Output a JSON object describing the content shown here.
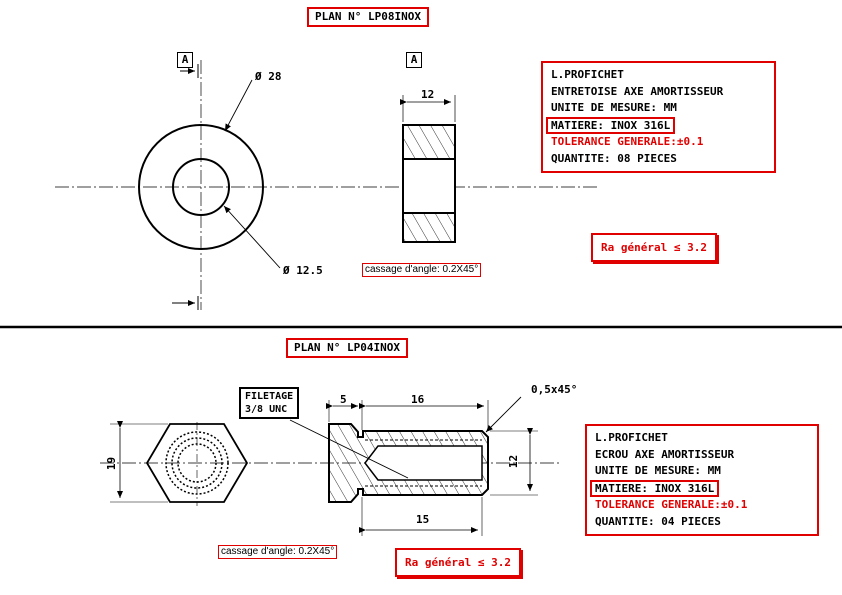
{
  "plan1": {
    "title": "PLAN N° LP08INOX",
    "view_marker_left": "A",
    "view_marker_right": "A",
    "dim_outer": "Ø 28",
    "dim_inner": "Ø 12.5",
    "dim_thickness": "12",
    "chamfer_note": "cassage d'angle: 0.2X45°",
    "info": {
      "line1": "L.PROFICHET",
      "line2": "ENTRETOISE AXE AMORTISSEUR",
      "line3": "UNITE DE MESURE: MM",
      "line4": "MATIERE: INOX 316L",
      "line5": "TOLERANCE GENERALE:±0.1",
      "line6": "QUANTITE: 08 PIECES"
    },
    "roughness": "Ra général ≤ 3.2"
  },
  "plan2": {
    "title": "PLAN N° LP04INOX",
    "thread_line1": "FILETAGE",
    "thread_line2": "3/8 UNC",
    "dim_hex": "19",
    "dim_head": "5",
    "dim_body_top": "16",
    "dim_chamfer": "0,5x45°",
    "dim_diameter": "12",
    "dim_body_bottom": "15",
    "chamfer_note": "cassage d'angle: 0.2X45°",
    "info": {
      "line1": "L.PROFICHET",
      "line2": "ECROU AXE AMORTISSEUR",
      "line3": "UNITE DE MESURE: MM",
      "line4": "MATIERE: INOX 316L",
      "line5": "TOLERANCE GENERALE:±0.1",
      "line6": "QUANTITE: 04 PIECES"
    },
    "roughness": "Ra général ≤ 3.2"
  },
  "colors": {
    "accent": "#e00000",
    "line": "#000000"
  }
}
